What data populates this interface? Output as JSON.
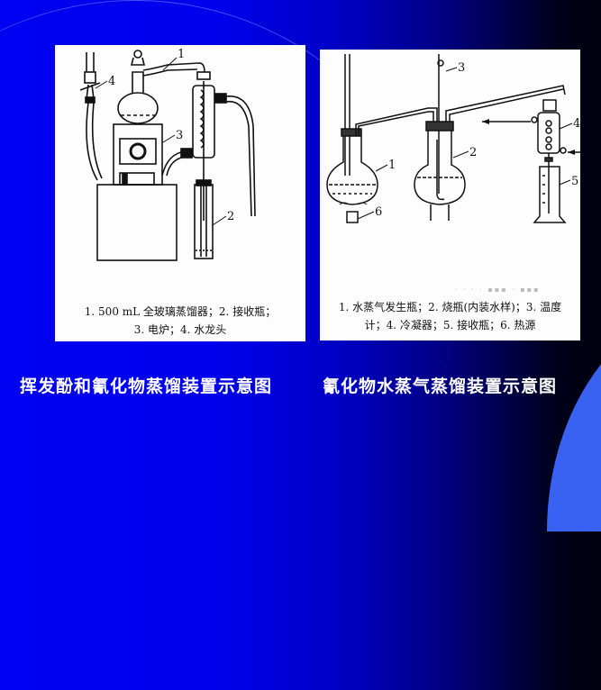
{
  "slide": {
    "background": {
      "left_color": "#0000f0",
      "right_color": "#00000e",
      "accent_shape_color": "#3a62f2"
    },
    "left_figure": {
      "callouts": [
        "1",
        "2",
        "3",
        "4"
      ],
      "legend_line1": "1. 500 mL 全玻璃蒸馏器；2. 接收瓶；",
      "legend_line2": "3. 电炉；4. 水龙头",
      "caption": "挥发酚和氰化物蒸馏装置示意图"
    },
    "right_figure": {
      "callouts": [
        "1",
        "2",
        "3",
        "4",
        "5",
        "6"
      ],
      "legend_line1": "1. 水蒸气发生瓶；2. 烧瓶(内装水样)；3. 温度",
      "legend_line2": "计；4. 冷凝器；5. 接收瓶；6. 热源",
      "caption": "氰化物水蒸气蒸馏装置示意图"
    }
  }
}
